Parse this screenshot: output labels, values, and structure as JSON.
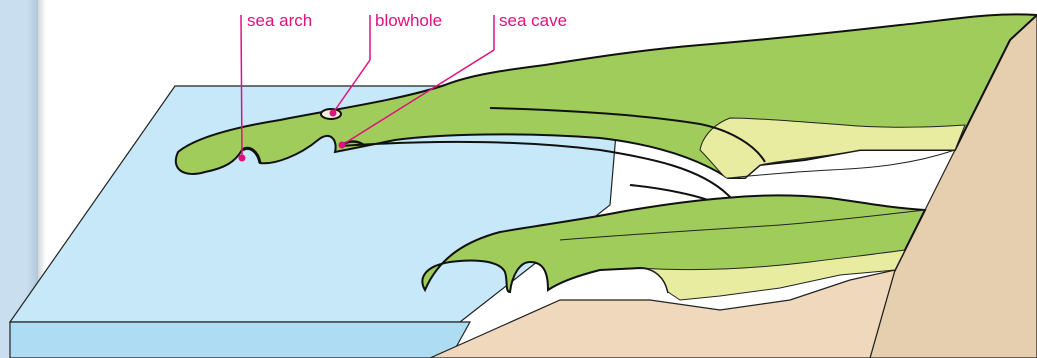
{
  "labels": {
    "sea_arch": "sea arch",
    "blowhole": "blowhole",
    "sea_cave": "sea cave"
  },
  "colors": {
    "sea": "#c7e8f8",
    "sea_edge": "#aedcf2",
    "land_green": "#9fcc5a",
    "land_pale": "#e7eca0",
    "cliff_face": "#ecd4b6",
    "label_magenta": "#e0107f",
    "side_panel": "#c9dff0"
  }
}
